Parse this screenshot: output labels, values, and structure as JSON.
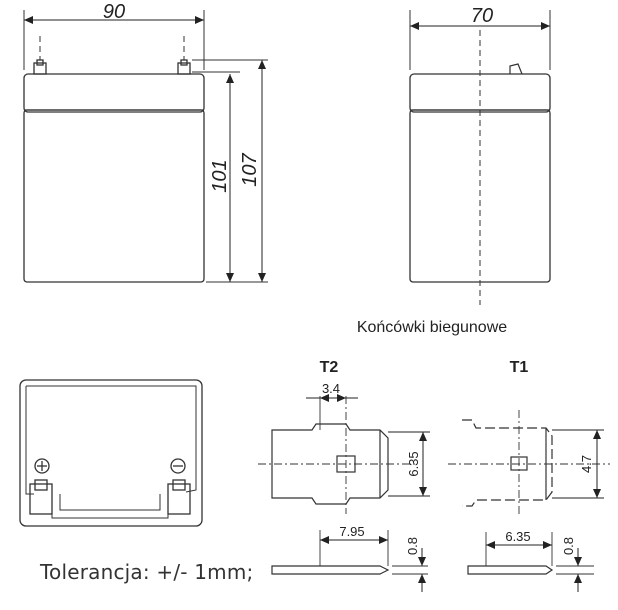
{
  "front_view": {
    "width": "90",
    "height_case": "101",
    "height_total": "107"
  },
  "side_view": {
    "depth": "70"
  },
  "terminals": {
    "title": "Końcówki biegunowe",
    "t2": {
      "label": "T2",
      "slot": "3.4",
      "width": "6.35",
      "blade_length": "7.95",
      "thickness": "0.8"
    },
    "t1": {
      "label": "T1",
      "width": "4.7",
      "blade_length": "6.35",
      "thickness": "0.8"
    }
  },
  "tolerance": "Tolerancja: +/- 1mm;",
  "colors": {
    "line": "#333333",
    "case_fill": "#ffffff",
    "dim_line": "#222222"
  }
}
